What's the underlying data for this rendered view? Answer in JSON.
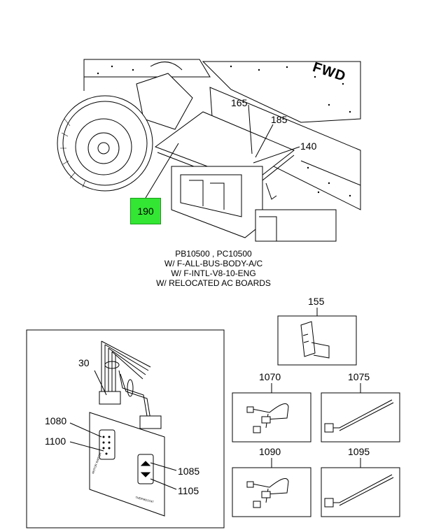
{
  "main_diagram": {
    "fwd_label": "FWD",
    "callouts": {
      "c165": "165",
      "c185": "185",
      "c140": "140",
      "c190": "190"
    },
    "highlight_color": "#33e633"
  },
  "caption": {
    "line1": "PB10500 , PC10500",
    "line2": "W/ F-ALL-BUS-BODY-A/C",
    "line3": "W/ F-INTL-V8-10-ENG",
    "line4": "W/ RELOCATED AC BOARDS"
  },
  "panel_detail": {
    "c30": "30",
    "c1080": "1080",
    "c1100": "1100",
    "c1085": "1085",
    "c1105": "1105",
    "switch_text_left": "MOTOR SWITCH",
    "switch_text_right": "THERMOSTAT"
  },
  "parts": {
    "p155": "155",
    "p1070": "1070",
    "p1075": "1075",
    "p1090": "1090",
    "p1095": "1095"
  }
}
